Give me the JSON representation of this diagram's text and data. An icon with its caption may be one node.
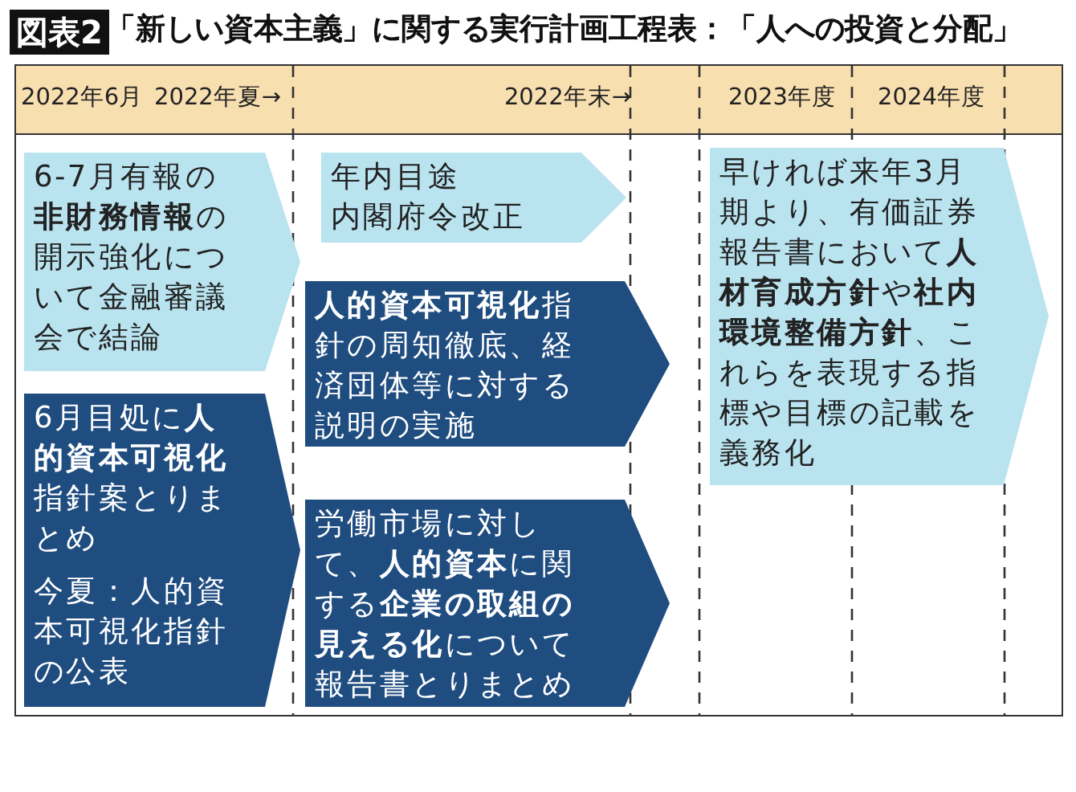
{
  "diagram": {
    "title": "「新しい資本主義」に関する実行計画工程表：「人への投資と分配」",
    "nodes": [
      {
        "text": [
          "6-7月有報の**非財務情報**の開示強化について金融審議会で結論"
        ]
      },
      {
        "text": [
          "年内目途",
          "内閣府令改正"
        ]
      },
      {
        "text": [
          "**人的資本可視化**指針の周知徹底、経済団体等に対する説明の実施"
        ]
      },
      {
        "text": [
          "6月目処に**人的資本可視化**指針案とりまとめ",
          "今夏：人的資本可視化指針の公表"
        ]
      },
      {
        "text": [
          "労働市場に対して、**人的資本**に関する**企業の取組の見える化**について報告書とりまとめ"
        ]
      },
      {
        "text": [
          "早ければ来年3月期より、有価証券報告書において**人材育成方針**や**社内環境整備方針**、これらを表現する指標や目標の記載を義務化"
        ]
      }
    ],
    "edges": [],
    "labels": [
      "図表2",
      "2022年6月",
      "2022年夏→",
      "2022年末→",
      "2023年度",
      "2024年度"
    ]
  }
}
